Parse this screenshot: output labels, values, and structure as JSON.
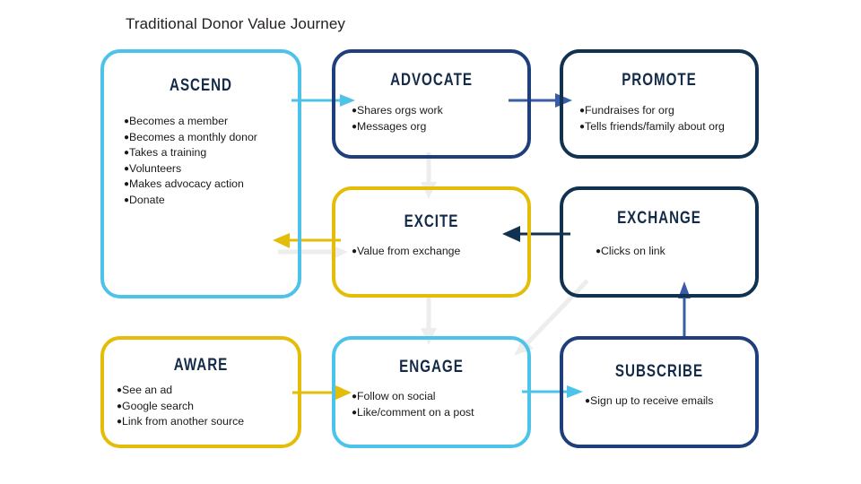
{
  "title": "Traditional Donor Value Journey",
  "colors": {
    "light_blue": "#4ec3ea",
    "navy": "#1f3f7c",
    "dark_navy": "#10314f",
    "gold": "#e3bd08",
    "white_arrow": "#eeeeee",
    "heading_text": "#132b49",
    "body_text": "#1a1a1a"
  },
  "boxes": [
    {
      "id": "ascend",
      "title": "ASCEND",
      "border_color": "#4ec3ea",
      "items": [
        "Becomes a member",
        "Becomes a monthly donor",
        "Takes a training",
        "Volunteers",
        "Makes advocacy action",
        "Donate"
      ]
    },
    {
      "id": "advocate",
      "title": "ADVOCATE",
      "border_color": "#1f3f7c",
      "items": [
        "Shares orgs work",
        "Messages org"
      ]
    },
    {
      "id": "promote",
      "title": "PROMOTE",
      "border_color": "#10314f",
      "items": [
        "Fundraises for org",
        "Tells friends/family about org"
      ]
    },
    {
      "id": "excite",
      "title": "EXCITE",
      "border_color": "#e3bd08",
      "items": [
        "Value from exchange"
      ]
    },
    {
      "id": "exchange",
      "title": "EXCHANGE",
      "border_color": "#10314f",
      "items": [
        "Clicks on link"
      ]
    },
    {
      "id": "aware",
      "title": "AWARE",
      "border_color": "#e3bd08",
      "items": [
        "See an ad",
        "Google search",
        "Link from another source"
      ]
    },
    {
      "id": "engage",
      "title": "ENGAGE",
      "border_color": "#4ec3ea",
      "items": [
        "Follow on social",
        "Like/comment on a post"
      ]
    },
    {
      "id": "subscribe",
      "title": "SUBSCRIBE",
      "border_color": "#1f3f7c",
      "items": [
        "Sign up to receive emails"
      ]
    }
  ],
  "arrows": [
    {
      "id": "ascend-to-advocate",
      "from": "ascend",
      "to": "advocate",
      "color": "#4ec3ea",
      "direction": "right"
    },
    {
      "id": "advocate-to-promote",
      "from": "advocate",
      "to": "promote",
      "color": "#3a5ca8",
      "direction": "right"
    },
    {
      "id": "advocate-to-excite",
      "from": "advocate",
      "to": "excite",
      "color": "#ededed",
      "direction": "down"
    },
    {
      "id": "exchange-to-excite",
      "from": "exchange",
      "to": "excite",
      "color": "#10314f",
      "direction": "left"
    },
    {
      "id": "excite-to-ascend",
      "from": "excite",
      "to": "ascend",
      "color": "#e3bd08",
      "direction": "left"
    },
    {
      "id": "ascend-to-excite",
      "from": "ascend",
      "to": "excite",
      "color": "#ededed",
      "direction": "right"
    },
    {
      "id": "excite-to-engage",
      "from": "excite",
      "to": "engage",
      "color": "#ededed",
      "direction": "down"
    },
    {
      "id": "exchange-to-engage",
      "from": "exchange",
      "to": "engage",
      "color": "#ededed",
      "direction": "diagonal-down-left"
    },
    {
      "id": "aware-to-engage",
      "from": "aware",
      "to": "engage",
      "color": "#e3bd08",
      "direction": "right"
    },
    {
      "id": "engage-to-subscribe",
      "from": "engage",
      "to": "subscribe",
      "color": "#4ec3ea",
      "direction": "right"
    },
    {
      "id": "subscribe-to-exchange",
      "from": "subscribe",
      "to": "exchange",
      "color": "#3a5ca8",
      "direction": "up"
    }
  ]
}
